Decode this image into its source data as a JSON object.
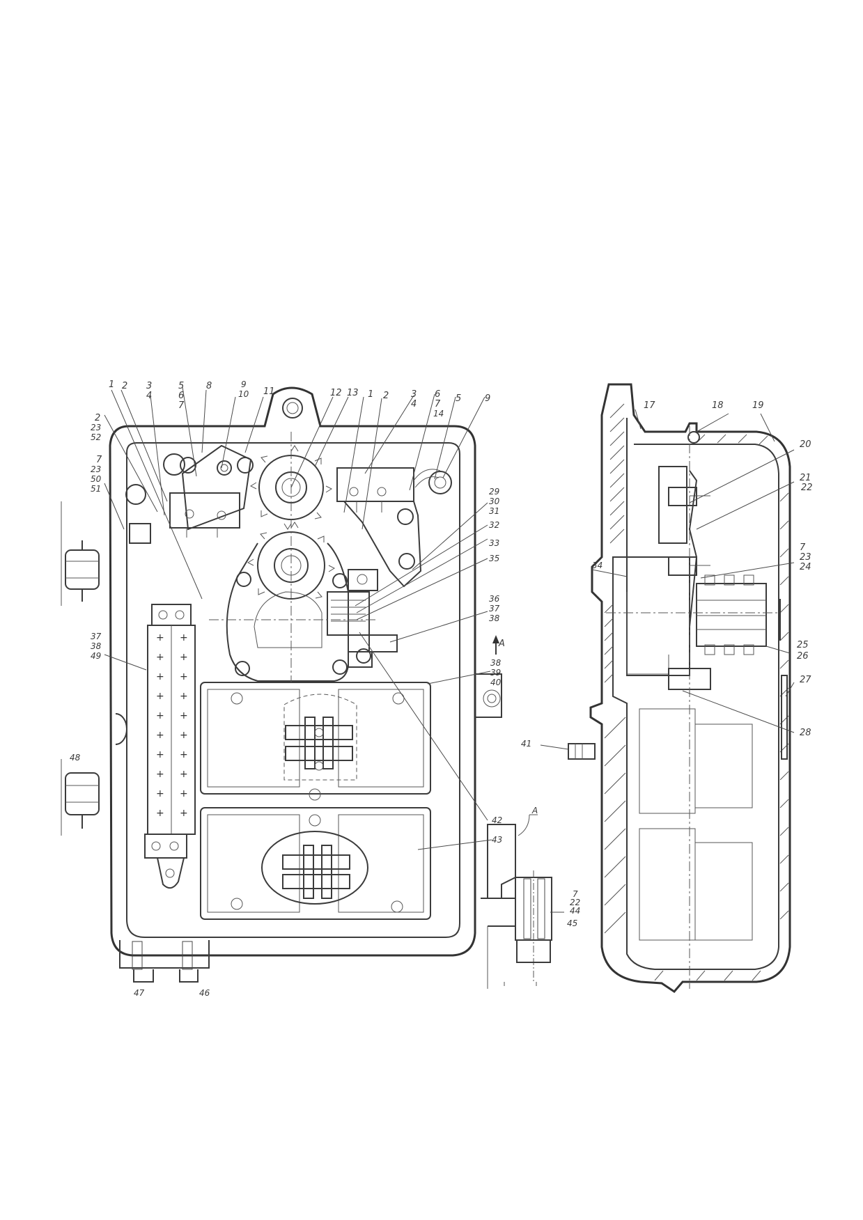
{
  "callouts": [
    {
      "id": "c-1a",
      "text": "1"
    },
    {
      "id": "c-2a",
      "text": "2"
    },
    {
      "id": "c-3a",
      "text": "3"
    },
    {
      "id": "c-4a",
      "text": "4"
    },
    {
      "id": "c-5a",
      "text": "5"
    },
    {
      "id": "c-6a",
      "text": "6"
    },
    {
      "id": "c-7a",
      "text": "7"
    },
    {
      "id": "c-8",
      "text": "8"
    },
    {
      "id": "c-9a",
      "text": "9"
    },
    {
      "id": "c-10",
      "text": "10"
    },
    {
      "id": "c-11",
      "text": "11"
    },
    {
      "id": "c-12",
      "text": "12"
    },
    {
      "id": "c-13",
      "text": "13"
    },
    {
      "id": "c-1b",
      "text": "1"
    },
    {
      "id": "c-2b",
      "text": "2"
    },
    {
      "id": "c-3b",
      "text": "3"
    },
    {
      "id": "c-4b",
      "text": "4"
    },
    {
      "id": "c-6b",
      "text": "6"
    },
    {
      "id": "c-7b",
      "text": "7"
    },
    {
      "id": "c-14",
      "text": "14"
    },
    {
      "id": "c-5b",
      "text": "5"
    },
    {
      "id": "c-9b",
      "text": "9"
    },
    {
      "id": "c-2c",
      "text": "2"
    },
    {
      "id": "c-23a",
      "text": "23"
    },
    {
      "id": "c-52",
      "text": "52"
    },
    {
      "id": "c-7c",
      "text": "7"
    },
    {
      "id": "c-23b",
      "text": "23"
    },
    {
      "id": "c-50",
      "text": "50"
    },
    {
      "id": "c-51",
      "text": "51"
    },
    {
      "id": "c-29",
      "text": "29"
    },
    {
      "id": "c-30",
      "text": "30"
    },
    {
      "id": "c-31",
      "text": "31"
    },
    {
      "id": "c-32",
      "text": "32"
    },
    {
      "id": "c-33",
      "text": "33"
    },
    {
      "id": "c-34",
      "text": "34"
    },
    {
      "id": "c-35",
      "text": "35"
    },
    {
      "id": "c-36",
      "text": "36"
    },
    {
      "id": "c-37a",
      "text": "37"
    },
    {
      "id": "c-38a",
      "text": "38"
    },
    {
      "id": "c-A1",
      "text": "A"
    },
    {
      "id": "c-37b",
      "text": "37"
    },
    {
      "id": "c-38b",
      "text": "38"
    },
    {
      "id": "c-49",
      "text": "49"
    },
    {
      "id": "c-38c",
      "text": "38"
    },
    {
      "id": "c-39",
      "text": "39"
    },
    {
      "id": "c-40",
      "text": "40"
    },
    {
      "id": "c-48",
      "text": "48"
    },
    {
      "id": "c-41",
      "text": "41"
    },
    {
      "id": "c-42",
      "text": "42"
    },
    {
      "id": "c-43",
      "text": "43"
    },
    {
      "id": "c-A2",
      "text": "A"
    },
    {
      "id": "c-7d",
      "text": "7"
    },
    {
      "id": "c-22a",
      "text": "22"
    },
    {
      "id": "c-44",
      "text": "44"
    },
    {
      "id": "c-45",
      "text": "45"
    },
    {
      "id": "c-47",
      "text": "47"
    },
    {
      "id": "c-46",
      "text": "46"
    },
    {
      "id": "c-17",
      "text": "17"
    },
    {
      "id": "c-18",
      "text": "18"
    },
    {
      "id": "c-19",
      "text": "19"
    },
    {
      "id": "c-20",
      "text": "20"
    },
    {
      "id": "c-21",
      "text": "21"
    },
    {
      "id": "c-22b",
      "text": "22"
    },
    {
      "id": "c-7e",
      "text": "7"
    },
    {
      "id": "c-23c",
      "text": "23"
    },
    {
      "id": "c-24",
      "text": "24"
    },
    {
      "id": "c-25",
      "text": "25"
    },
    {
      "id": "c-26",
      "text": "26"
    },
    {
      "id": "c-27",
      "text": "27"
    },
    {
      "id": "c-28",
      "text": "28"
    }
  ],
  "terminal_marks": [
    "+",
    "+",
    "+",
    "+",
    "+",
    "+",
    "+",
    "+",
    "+",
    "+",
    "+",
    "+",
    "+",
    "+",
    "+",
    "+",
    "+",
    "+",
    "+",
    "+"
  ]
}
